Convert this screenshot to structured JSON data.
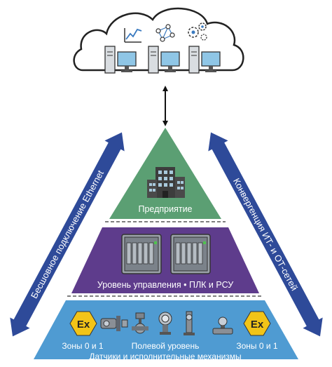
{
  "colors": {
    "enterprise": "#5b9f73",
    "control": "#5e3c8c",
    "field": "#4f9bd2",
    "arrow": "#2e4a99",
    "cloud_stroke": "#222222",
    "ex_badge": "#f2c418"
  },
  "cloud": {
    "icons": [
      "line-chart-icon",
      "network-graph-icon",
      "gears-icon"
    ],
    "servers": 3
  },
  "pyramid": {
    "top": {
      "label": "Предприятие",
      "icon": "building-icon"
    },
    "middle": {
      "label": "Уровень управления • ПЛК и РСУ",
      "icon": "plc-cabinet-icon"
    },
    "bottom": {
      "left_label": "Зоны 0 и 1",
      "center_label": "Полевой уровень",
      "right_label": "Зоны 0 и 1",
      "footer": "Датчики и исполнительные механизмы",
      "badge": "Ex"
    }
  },
  "arrows": {
    "left": "Бесшовное подключение Ethernet",
    "right": "Конвергенция ИТ- и ОТ-сетей"
  }
}
